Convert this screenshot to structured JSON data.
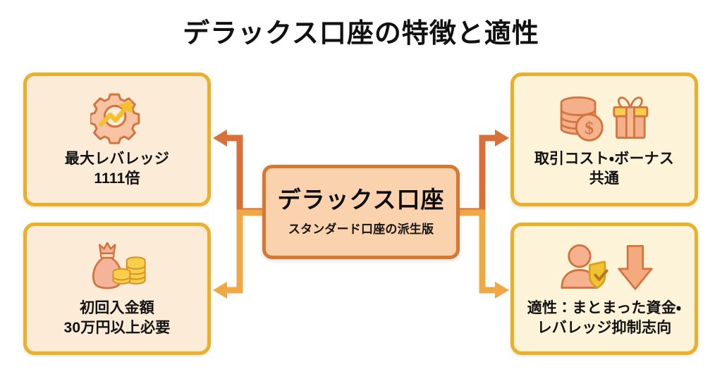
{
  "page": {
    "title": "デラックス口座の特徴と適性",
    "background_color": "#ffffff"
  },
  "colors": {
    "title_text": "#111111",
    "side_card_border": "#ebb02b",
    "left_card_fill": "#fcebd7",
    "right_card_fill": "#fdf3d9",
    "center_card_border": "#d87733",
    "center_card_fill": "#fbd2ae",
    "connector_upper": "#d8703a",
    "connector_lower": "#efa845",
    "icon_salmon": "#f3a785",
    "icon_gold": "#f3c02e",
    "icon_outline": "#d0703f"
  },
  "center": {
    "title": "デラックス口座",
    "subtitle": "スタンダード口座の派生版"
  },
  "nodes": [
    {
      "id": "leverage",
      "position": "top-left",
      "icon": "gear-growth-arrow-icon",
      "label": "最大レバレッジ\n1111倍"
    },
    {
      "id": "deposit",
      "position": "bottom-left",
      "icon": "money-bag-coins-icon",
      "label": "初回入金額\n30万円以上必要"
    },
    {
      "id": "cost",
      "position": "top-right",
      "icon": "coins-dollar-gift-icon",
      "label": "取引コスト・ボーナス\n共通"
    },
    {
      "id": "fit",
      "position": "bottom-right",
      "icon": "person-shield-down-arrow-icon",
      "label": "適性：まとまった資金・\nレバレッジ抑制志向"
    }
  ],
  "connectors": [
    {
      "from": "center",
      "to": "leverage",
      "direction": "left",
      "arrow": true,
      "color": "#d8703a"
    },
    {
      "from": "center",
      "to": "deposit",
      "direction": "left",
      "arrow": true,
      "color": "#efa845"
    },
    {
      "from": "center",
      "to": "cost",
      "direction": "right",
      "arrow": true,
      "color": "#d8703a"
    },
    {
      "from": "center",
      "to": "fit",
      "direction": "right",
      "arrow": true,
      "color": "#efa845"
    }
  ]
}
